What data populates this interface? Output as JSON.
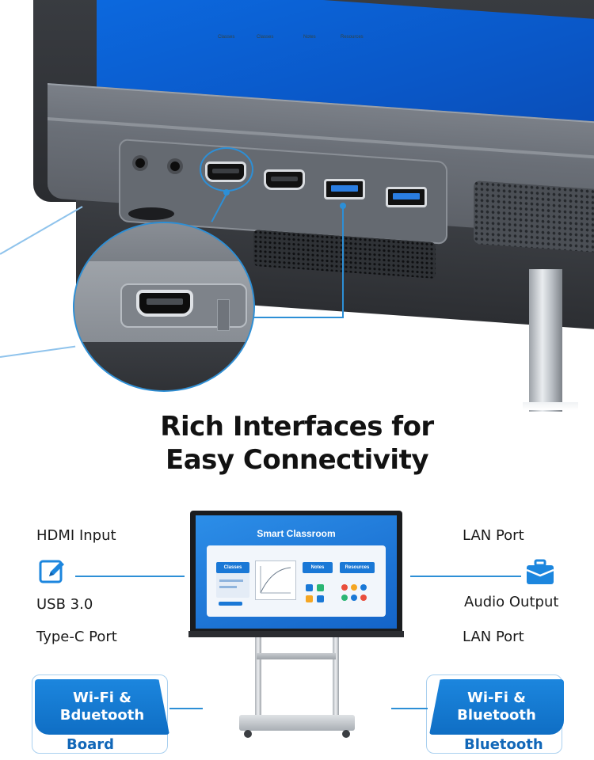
{
  "headline": {
    "line1": "Rich Interfaces for",
    "line2": "Easy Connectivity"
  },
  "features_left": {
    "hdmi_input": "HDMI Input",
    "usb": "USB 3.0",
    "type_c": "Type-C Port",
    "pill": {
      "line1": "Wi-Fi &",
      "line2": "Bduetooth"
    },
    "pill_sub": "Board",
    "icon": "edit-pen-icon"
  },
  "features_right": {
    "lan_port_top": "LAN Port",
    "audio_output": "Audio Output",
    "lan_port_bottom": "LAN Port",
    "pill": {
      "line1": "Wi-Fi &",
      "line2": "Bluetooth"
    },
    "pill_sub": "Bluetooth",
    "icon": "briefcase-icon"
  },
  "board_screen": {
    "title": "Smart Classroom",
    "columns": [
      "Classes",
      "Classes",
      "Notes",
      "Resources"
    ],
    "chips": [
      "Classes",
      "Notes",
      "Resources"
    ]
  },
  "colors": {
    "accent": "#1c86de",
    "accent_dark": "#1167b8",
    "line": "#2d8fd6",
    "screen_blue": "#0a57c7"
  }
}
